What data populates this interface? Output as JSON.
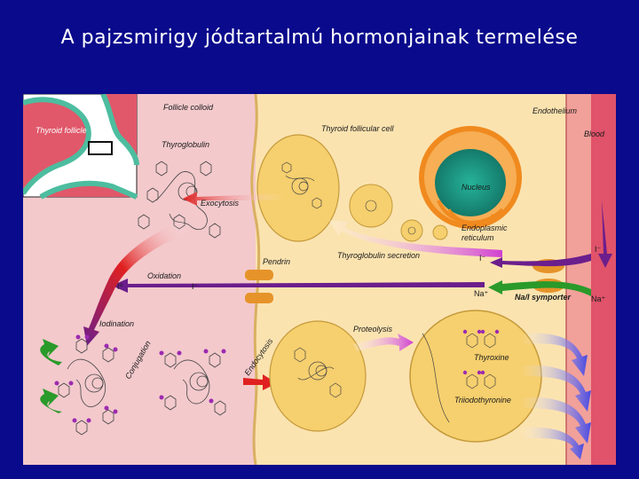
{
  "title": "A pajzsmirigy jódtartalmú hormonjainak termelése",
  "labels": {
    "follicle_colloid": "Follicle colloid",
    "thyroid_follicle": "Thyroid follicle",
    "thyroglobulin": "Thyroglobulin",
    "thyroid_follicular_cell": "Thyroid follicular cell",
    "endothelium": "Endothelium",
    "blood": "Blood",
    "exocytosis": "Exocytosis",
    "nucleus": "Nucleus",
    "endoplasmic_reticulum": "Endoplasmic\nreticulum",
    "thyroglobulin_secretion": "Thyroglobulin secretion",
    "pendrin": "Pendrin",
    "oxidation": "Oxidation",
    "iodine": "I⁰",
    "iodide_left": "I⁻",
    "iodide_cell": "I⁻",
    "iodide_blood": "I⁻",
    "sodium_cell": "Na⁺",
    "sodium_blood": "Na⁺",
    "nai_symporter": "Na/I symporter",
    "iodination": "Iodination",
    "conjugation": "Conjugation",
    "endocytosis": "Endocytosis",
    "proteolysis": "Proteolysis",
    "thyroxine": "Thyroxine",
    "triiodothyronine": "Triiodothyronine"
  },
  "colors": {
    "background": "#0a0a8c",
    "colloid": "#f3c9cc",
    "cell": "#fbe3b0",
    "vesicle": "#f6cf6e",
    "blood": "#e0536a",
    "nucleus": "#1f9e88",
    "nucleus_envelope": "#f08a1e",
    "red_arrow": "#e02020",
    "purple_arrow": "#6b1e8c",
    "magenta_arrow": "#d040d0",
    "green_arrow": "#2a9a2a",
    "blue_arrow": "#4b4be0",
    "orange_channel": "#e6932a"
  }
}
